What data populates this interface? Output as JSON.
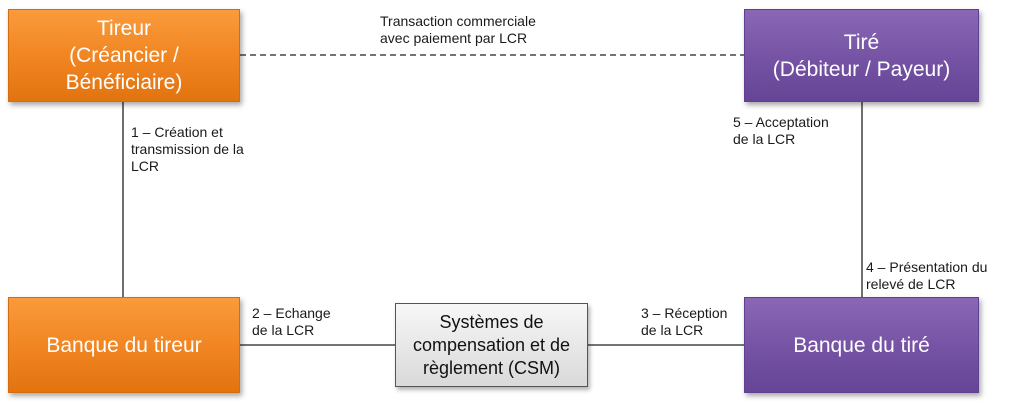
{
  "nodes": {
    "tireur": "Tireur\n(Créancier /\nBénéficiaire)",
    "tire": "Tiré\n(Débiteur / Payeur)",
    "banque_tireur": "Banque du tireur",
    "banque_tire": "Banque du tiré",
    "csm": "Systèmes de\ncompensation et de\nrèglement (CSM)"
  },
  "labels": {
    "transaction": "Transaction commerciale\navec paiement par LCR",
    "step1": "1 – Création et\ntransmission de la\nLCR",
    "step2": "2 – Echange\nde la LCR",
    "step3": "3 – Réception\nde la LCR",
    "step4": "4 – Présentation du\nrelevé de LCR",
    "step5": "5 – Acceptation\nde la LCR"
  },
  "colors": {
    "tireur_side": "#f08420",
    "tire_side": "#7552a3",
    "csm": "#d9d9d9"
  }
}
